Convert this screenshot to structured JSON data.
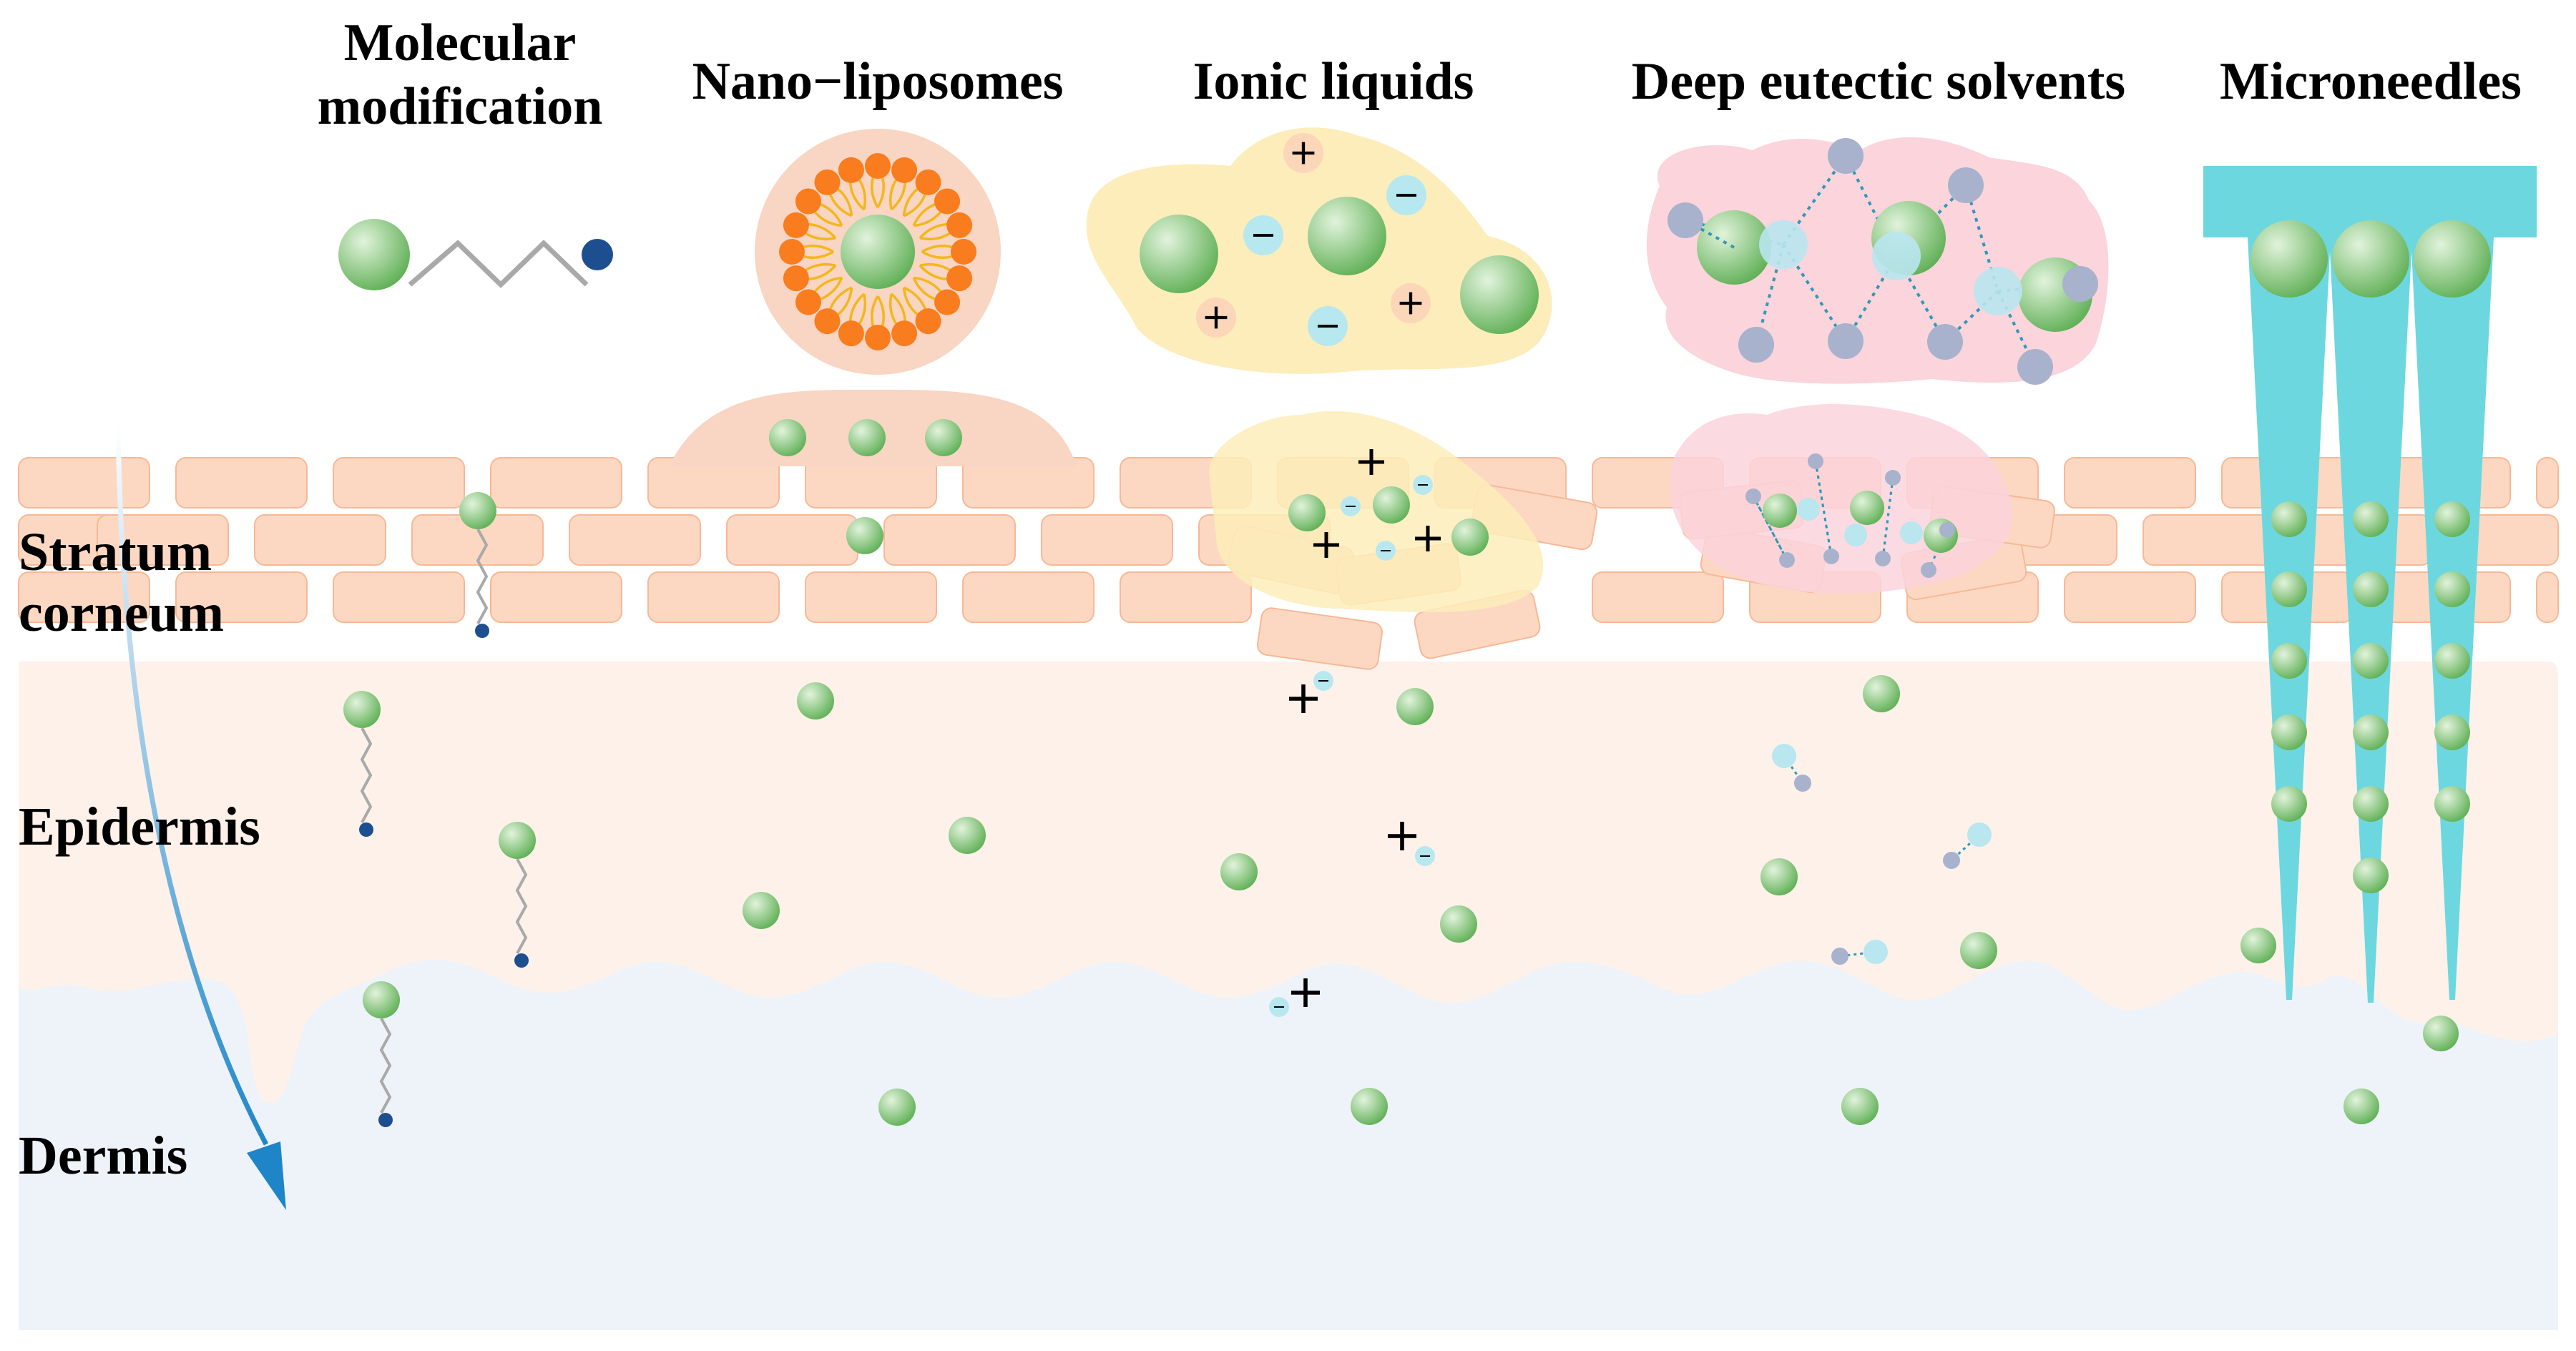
{
  "methods": [
    {
      "id": "molecular-modification",
      "line1": "Molecular",
      "line2": "modification"
    },
    {
      "id": "nano-liposomes",
      "label": "Nano−liposomes"
    },
    {
      "id": "ionic-liquids",
      "label": "Ionic liquids"
    },
    {
      "id": "deep-eutectic-solvents",
      "label": "Deep eutectic solvents"
    },
    {
      "id": "microneedles",
      "label": "Microneedles"
    }
  ],
  "layers": [
    {
      "id": "stratum-corneum",
      "line1": "Stratum",
      "line2": "corneum"
    },
    {
      "id": "epidermis",
      "label": "Epidermis"
    },
    {
      "id": "dermis",
      "label": "Dermis"
    }
  ],
  "ion_symbols": {
    "plus": "+",
    "minus": "−"
  },
  "colors": {
    "drug_light": "#e2f3dc",
    "drug_dark": "#5cae52",
    "brick": "#fcd8c2",
    "brick_edge": "#f7b896",
    "epidermis": "#fdf1ea",
    "dermis": "#eef3f9",
    "liposome_halo": "#f9d5c3",
    "lipid_head": "#f97c1e",
    "lipid_tail": "#f3b71c",
    "ionic_blob": "#fdedba",
    "des_blob": "#fbd4dc",
    "anion": "#b8e8ef",
    "cation": "#fbd6b8",
    "hbd_node": "#a8b2cc",
    "hba_node": "#b9e6ef",
    "hbond": "#2d9ab8",
    "needle": "#6dd7df",
    "arrow": "#1e86c8",
    "terminal": "#1d4f90",
    "chain": "#a9a9a9"
  }
}
